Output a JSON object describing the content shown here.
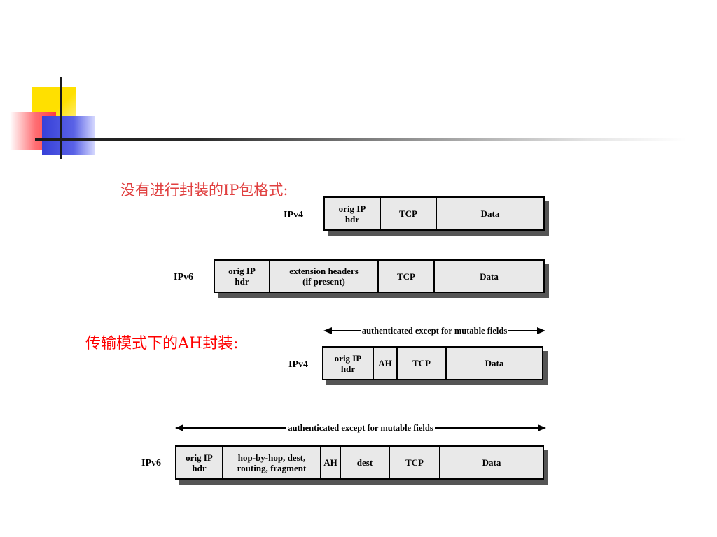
{
  "section1": {
    "title": "没有进行封装的IP包格式:",
    "ipv4": {
      "label": "IPv4",
      "cells": [
        "orig IP\nhdr",
        "TCP",
        "Data"
      ]
    },
    "ipv6": {
      "label": "IPv6",
      "cells": [
        "orig IP\nhdr",
        "extension headers\n(if present)",
        "TCP",
        "Data"
      ]
    }
  },
  "section2": {
    "title": "传输模式下的AH封装:",
    "ipv4": {
      "label": "IPv4",
      "span_label": "authenticated except for mutable fields",
      "cells": [
        "orig IP\nhdr",
        "AH",
        "TCP",
        "Data"
      ]
    },
    "ipv6": {
      "label": "IPv6",
      "span_label": "authenticated except for mutable fields",
      "cells": [
        "orig IP\nhdr",
        "hop-by-hop, dest,\nrouting, fragment",
        "AH",
        "dest",
        "TCP",
        "Data"
      ]
    }
  },
  "colors": {
    "title1": "#e04040",
    "title2": "#ff0000",
    "packet_fill": "#e9e9e9",
    "packet_shadow": "#555555"
  }
}
